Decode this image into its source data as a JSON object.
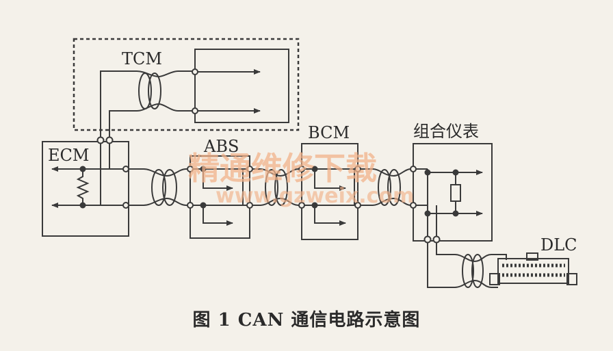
{
  "labels": {
    "tcm": "TCM",
    "ecm": "ECM",
    "abs": "ABS",
    "bcm": "BCM",
    "cluster": "组合仪表",
    "dlc": "DLC"
  },
  "watermark": {
    "main": "精通维修下载",
    "url": "www.gzweix.com"
  },
  "caption": "图 1   CAN 通信电路示意图",
  "colors": {
    "line": "#3a3a3a",
    "background": "#f4f1ea",
    "watermark": "#f2b38a"
  }
}
